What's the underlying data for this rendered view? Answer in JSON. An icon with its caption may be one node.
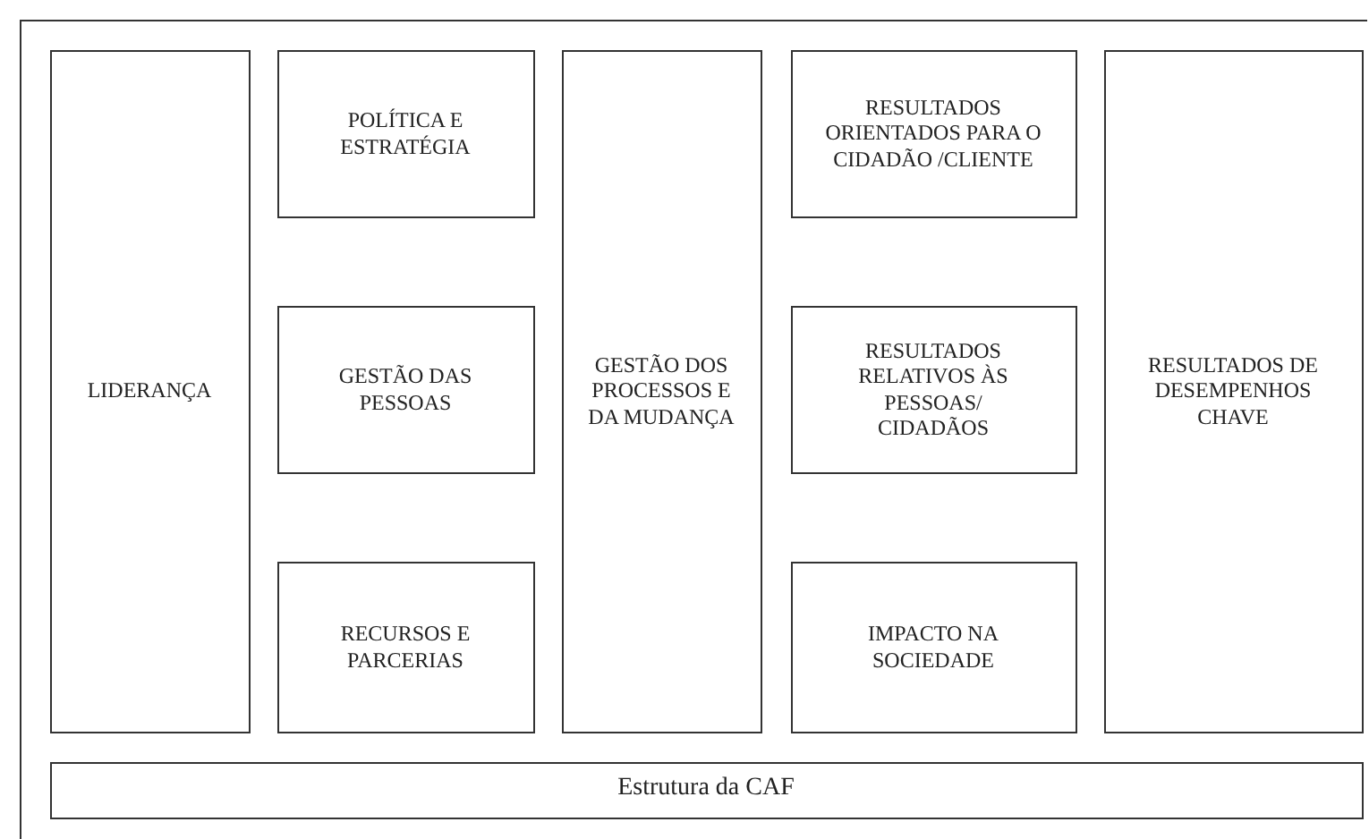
{
  "diagram": {
    "nodes": [
      {
        "text": [],
        "shape": "box"
      },
      {
        "text": [
          "LIDERANÇA"
        ],
        "in": 0
      },
      {
        "text": [
          "POLÍTICA E ESTRATÉGIA"
        ],
        "in": 0
      },
      {
        "text": [
          "GESTÃO DAS PESSOAS"
        ],
        "in": 0
      },
      {
        "text": [
          "RECURSOS E PARCERIAS"
        ],
        "in": 0
      },
      {
        "text": [
          "GESTÃO DOS PROCESSOS E DA MUDANÇA"
        ],
        "in": 0
      },
      {
        "text": [
          "RESULTADOS ORIENTADOS PARA O CIDADÃO /CLIENTE"
        ],
        "in": 0
      },
      {
        "text": [
          "RESULTADOS RELATIVOS ÀS PESSOAS/ CIDADÃOS"
        ],
        "in": 0
      },
      {
        "text": [
          "IMPACTO NA SOCIEDADE"
        ],
        "in": 0
      },
      {
        "text": [
          "RESULTADOS DE DESEMPENHOS CHAVE"
        ],
        "in": 0
      },
      {
        "text": [
          "Estrutura da CAF"
        ],
        "in": 0
      }
    ]
  }
}
